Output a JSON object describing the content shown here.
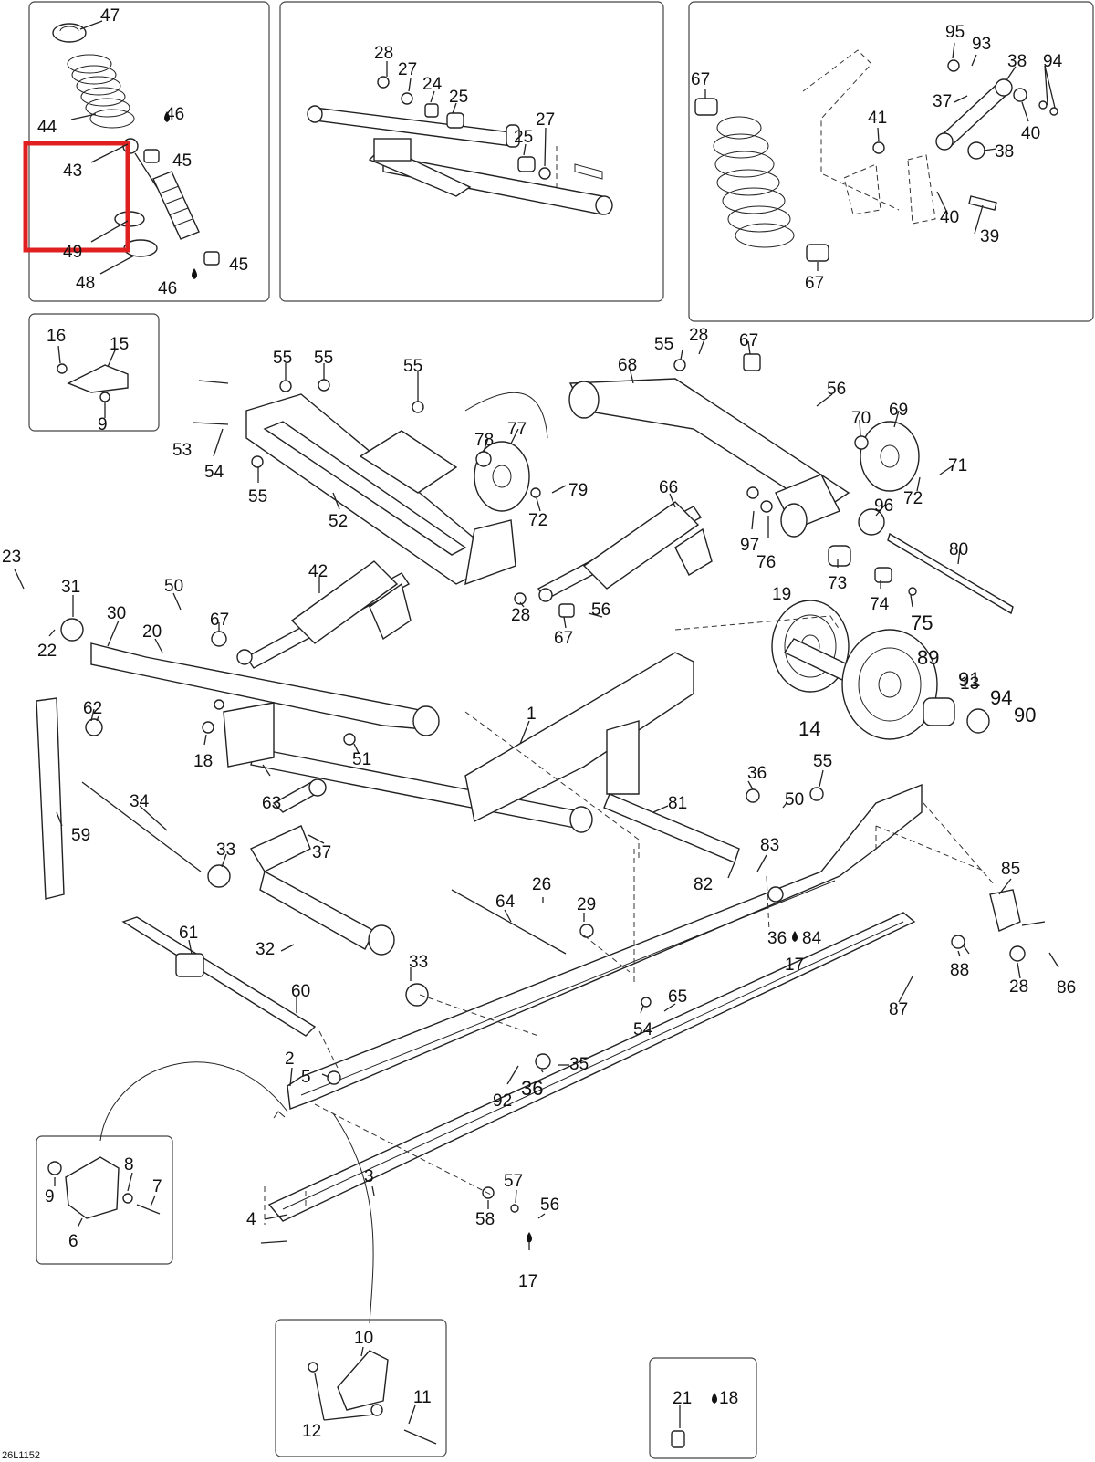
{
  "diagram_code": "26L1152",
  "highlight": {
    "label": "43",
    "color": "#e02020"
  },
  "labels": {
    "l1": "1",
    "l2": "2",
    "l3": "3",
    "l4": "4",
    "l5": "5",
    "l6": "6",
    "l7": "7",
    "l8": "8",
    "l9a": "9",
    "l9b": "9",
    "l10": "10",
    "l11": "11",
    "l12": "12",
    "l13": "13",
    "l14": "14",
    "l15": "15",
    "l16": "16",
    "l17a": "17",
    "l17b": "17",
    "l18a": "18",
    "l18b": "18",
    "l19": "19",
    "l20": "20",
    "l21": "21",
    "l22": "22",
    "l23": "23",
    "l24": "24",
    "l25a": "25",
    "l25b": "25",
    "l26": "26",
    "l27a": "27",
    "l27b": "27",
    "l28a": "28",
    "l28b": "28",
    "l28c": "28",
    "l28d": "28",
    "l29": "29",
    "l30": "30",
    "l31": "31",
    "l32": "32",
    "l33a": "33",
    "l33b": "33",
    "l34": "34",
    "l35": "35",
    "l36a": "36",
    "l36b": "36",
    "l36c": "36",
    "l37a": "37",
    "l37b": "37",
    "l38a": "38",
    "l38b": "38",
    "l39": "39",
    "l40a": "40",
    "l40b": "40",
    "l41": "41",
    "l42": "42",
    "l43": "43",
    "l44": "44",
    "l45a": "45",
    "l45b": "45",
    "l46a": "46",
    "l46b": "46",
    "l47": "47",
    "l48": "48",
    "l49": "49",
    "l50a": "50",
    "l50b": "50",
    "l51": "51",
    "l52": "52",
    "l53": "53",
    "l54a": "54",
    "l54b": "54",
    "l55a": "55",
    "l55b": "55",
    "l55c": "55",
    "l55d": "55",
    "l55e": "55",
    "l55f": "55",
    "l56a": "56",
    "l56b": "56",
    "l56c": "56",
    "l57": "57",
    "l58": "58",
    "l59": "59",
    "l60": "60",
    "l61": "61",
    "l62": "62",
    "l63": "63",
    "l64": "64",
    "l65": "65",
    "l66": "66",
    "l67a": "67",
    "l67b": "67",
    "l67c": "67",
    "l67d": "67",
    "l67e": "67",
    "l68": "68",
    "l69": "69",
    "l70": "70",
    "l71": "71",
    "l72a": "72",
    "l72b": "72",
    "l73": "73",
    "l74": "74",
    "l75": "75",
    "l76": "76",
    "l77": "77",
    "l78": "78",
    "l79": "79",
    "l80": "80",
    "l81": "81",
    "l82": "82",
    "l83": "83",
    "l84": "84",
    "l85": "85",
    "l86": "86",
    "l87": "87",
    "l88": "88",
    "l89": "89",
    "l90": "90",
    "l91": "91",
    "l92": "92",
    "l93": "93",
    "l94a": "94",
    "l94b": "94",
    "l95": "95",
    "l96": "96",
    "l97": "97"
  }
}
